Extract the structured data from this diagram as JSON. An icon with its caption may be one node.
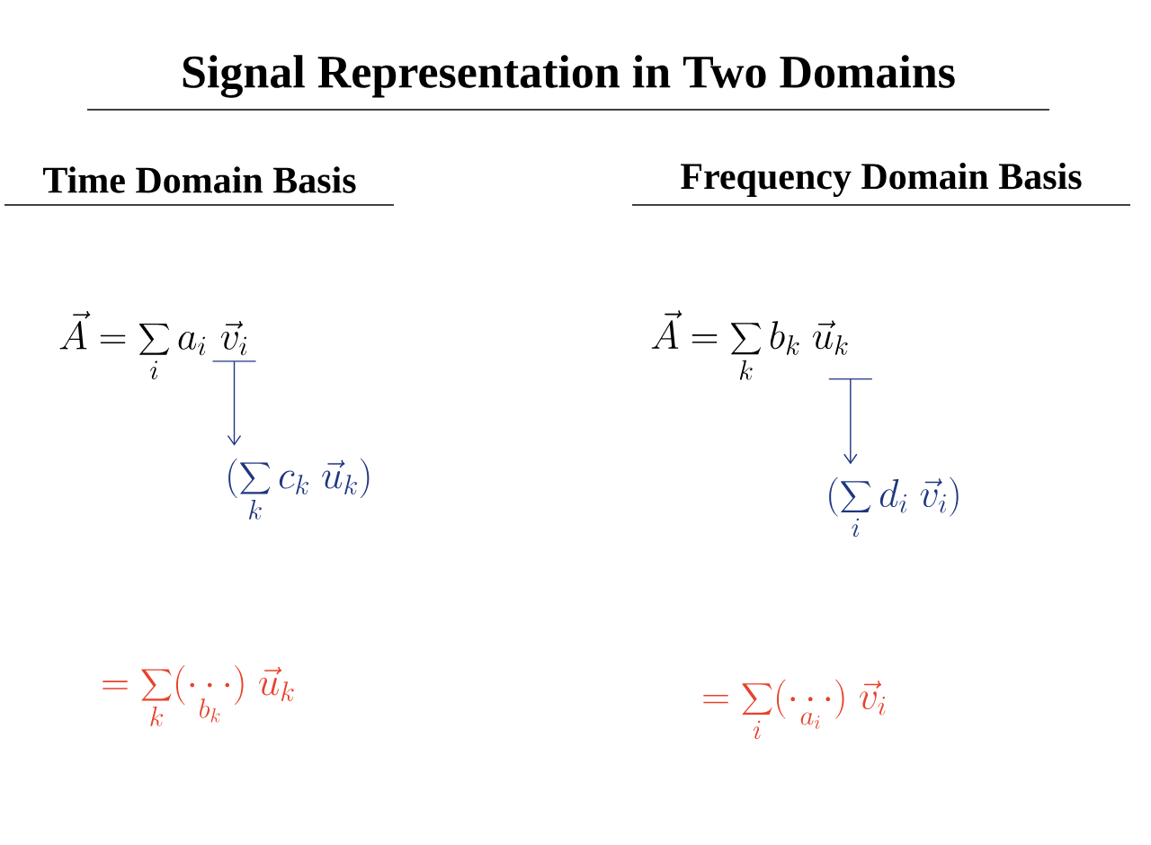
{
  "diagram": {
    "title": "Signal Representation in Two Domains",
    "nodes": [
      {
        "text": [
          "\\vec{A} = \\sum_{i} a_{i}"
        ]
      },
      {
        "text": [
          "\\vec{v}_{i}"
        ]
      },
      {
        "text": [
          "(\\sum_{k} c_{k}\\;\\vec{u}_{k})"
        ]
      },
      {
        "text": [
          "\\vec{A} = \\sum_{k} b_{k}\\;\\vec{u}_{k}"
        ]
      },
      {
        "text": [
          "(\\sum_{i} d_{i}\\;\\vec{v}_{i})"
        ]
      }
    ],
    "edges": [
      {
        "from": 1,
        "to": 2,
        "arrow": "to"
      },
      {
        "from": 3,
        "to": 4,
        "arrow": "to"
      }
    ],
    "labels": [
      "Time Domain Basis",
      "Frequency Domain Basis",
      "= \\sum_{k} (\\underset{b_{k}}{\\cdots})\\;\\vec{u}_{k}",
      "= \\sum_{i} (\\underset{a_{i}}{\\cdots})\\;\\vec{v}_{i}"
    ]
  }
}
